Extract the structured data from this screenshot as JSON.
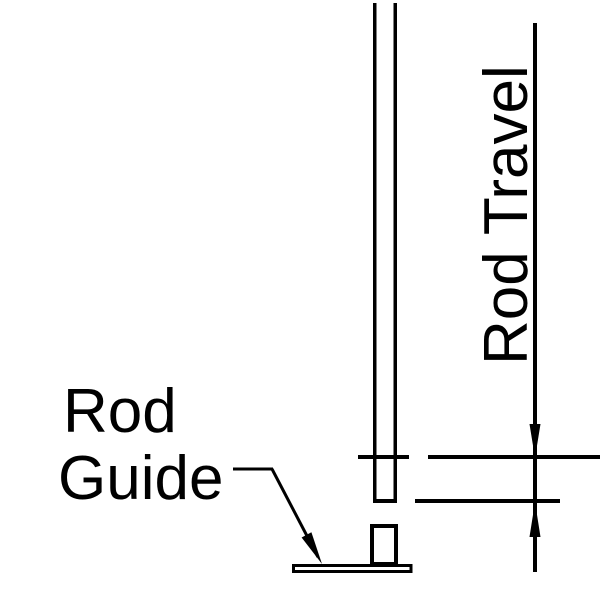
{
  "colors": {
    "ink": "#000000",
    "background": "#ffffff"
  },
  "labels": {
    "rod_guide_line1": "Rod",
    "rod_guide_line2": "Guide",
    "rod_travel": "Rod Travel"
  },
  "icons": {
    "dimension_arrow_down": "filled narrow triangle pointing down",
    "dimension_arrow_up": "filled narrow triangle pointing up",
    "leader_arrowhead": "filled narrow triangle pointing down-right at base plate"
  }
}
